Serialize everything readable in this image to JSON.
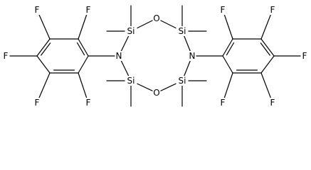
{
  "molecule": {
    "bonds": [
      {
        "a": "CL1",
        "b": "CL2",
        "order": 2
      },
      {
        "a": "CL2",
        "b": "CL3",
        "order": 1
      },
      {
        "a": "CL3",
        "b": "CL4",
        "order": 2
      },
      {
        "a": "CL4",
        "b": "CL5",
        "order": 1
      },
      {
        "a": "CL5",
        "b": "CL6",
        "order": 2
      },
      {
        "a": "CL6",
        "b": "CL1",
        "order": 1
      },
      {
        "a": "CL1",
        "b": "N1",
        "order": 1
      },
      {
        "a": "CL2",
        "b": "F1",
        "order": 1
      },
      {
        "a": "CL3",
        "b": "F2",
        "order": 1
      },
      {
        "a": "CL4",
        "b": "F3",
        "order": 1
      },
      {
        "a": "CL5",
        "b": "F4",
        "order": 1
      },
      {
        "a": "CL6",
        "b": "F5",
        "order": 1
      },
      {
        "a": "N1",
        "b": "Si1",
        "order": 1
      },
      {
        "a": "Si1",
        "b": "O1",
        "order": 1
      },
      {
        "a": "O1",
        "b": "Si2",
        "order": 1
      },
      {
        "a": "Si2",
        "b": "N2",
        "order": 1
      },
      {
        "a": "N2",
        "b": "Si3",
        "order": 1
      },
      {
        "a": "Si3",
        "b": "O2",
        "order": 1
      },
      {
        "a": "O2",
        "b": "Si4",
        "order": 1
      },
      {
        "a": "Si4",
        "b": "N1",
        "order": 1
      },
      {
        "a": "Si1",
        "b": "M1",
        "order": 1
      },
      {
        "a": "Si1",
        "b": "M2",
        "order": 1
      },
      {
        "a": "Si2",
        "b": "M3",
        "order": 1
      },
      {
        "a": "Si2",
        "b": "M4",
        "order": 1
      },
      {
        "a": "Si3",
        "b": "M5",
        "order": 1
      },
      {
        "a": "Si3",
        "b": "M6",
        "order": 1
      },
      {
        "a": "Si4",
        "b": "M7",
        "order": 1
      },
      {
        "a": "Si4",
        "b": "M8",
        "order": 1
      },
      {
        "a": "N2",
        "b": "CR1",
        "order": 1
      },
      {
        "a": "CR1",
        "b": "CR2",
        "order": 2
      },
      {
        "a": "CR2",
        "b": "CR3",
        "order": 1
      },
      {
        "a": "CR3",
        "b": "CR4",
        "order": 2
      },
      {
        "a": "CR4",
        "b": "CR5",
        "order": 1
      },
      {
        "a": "CR5",
        "b": "CR6",
        "order": 2
      },
      {
        "a": "CR6",
        "b": "CR1",
        "order": 1
      },
      {
        "a": "CR2",
        "b": "F6",
        "order": 1
      },
      {
        "a": "CR3",
        "b": "F7",
        "order": 1
      },
      {
        "a": "CR4",
        "b": "F8",
        "order": 1
      },
      {
        "a": "CR5",
        "b": "F9",
        "order": 1
      },
      {
        "a": "CR6",
        "b": "F10",
        "order": 1
      }
    ],
    "atoms": [
      {
        "id": "F1",
        "label": "F"
      },
      {
        "id": "F2",
        "label": "F"
      },
      {
        "id": "F3",
        "label": "F"
      },
      {
        "id": "F4",
        "label": "F"
      },
      {
        "id": "F5",
        "label": "F"
      },
      {
        "id": "N1",
        "label": "N"
      },
      {
        "id": "Si1",
        "label": "Si"
      },
      {
        "id": "O1",
        "label": "O"
      },
      {
        "id": "Si2",
        "label": "Si"
      },
      {
        "id": "N2",
        "label": "N"
      },
      {
        "id": "Si3",
        "label": "Si"
      },
      {
        "id": "O2",
        "label": "O"
      },
      {
        "id": "Si4",
        "label": "Si"
      },
      {
        "id": "F6",
        "label": "F"
      },
      {
        "id": "F7",
        "label": "F"
      },
      {
        "id": "F8",
        "label": "F"
      },
      {
        "id": "F9",
        "label": "F"
      },
      {
        "id": "F10",
        "label": "F"
      }
    ]
  }
}
